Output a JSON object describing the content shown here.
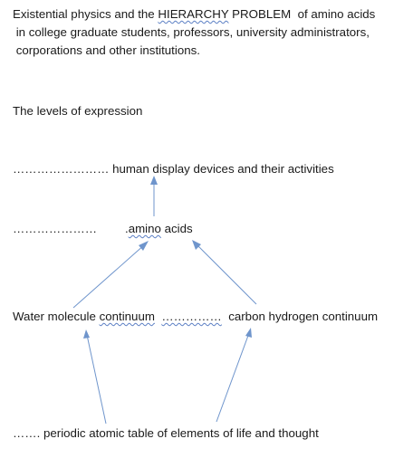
{
  "title": {
    "line1_pre": "Existential physics and the ",
    "line1_the": "the",
    "line1_hier": "HIERARCHY",
    "line1_post": " PROBLEM  of amino acids",
    "line2": " in college graduate students, professors, university administrators,",
    "line3": " corporations and other institutions."
  },
  "subheading": "The levels of expression",
  "levels": {
    "top": {
      "dots": "……………………",
      "label": " human display devices and their activities"
    },
    "second": {
      "dots": "…………………",
      "prefix": ".",
      "label": "amino",
      "suffix": " acids"
    },
    "third": {
      "left_pre": "Water molecule ",
      "left_squig": "continuum",
      "left_mid": "  ",
      "left_dots": "……………",
      "right": "  carbon hydrogen continuum"
    },
    "bottom": {
      "dots": "…….",
      "label": " periodic atomic table of elements of life and thought"
    }
  },
  "arrow_color": "#6f95cc"
}
